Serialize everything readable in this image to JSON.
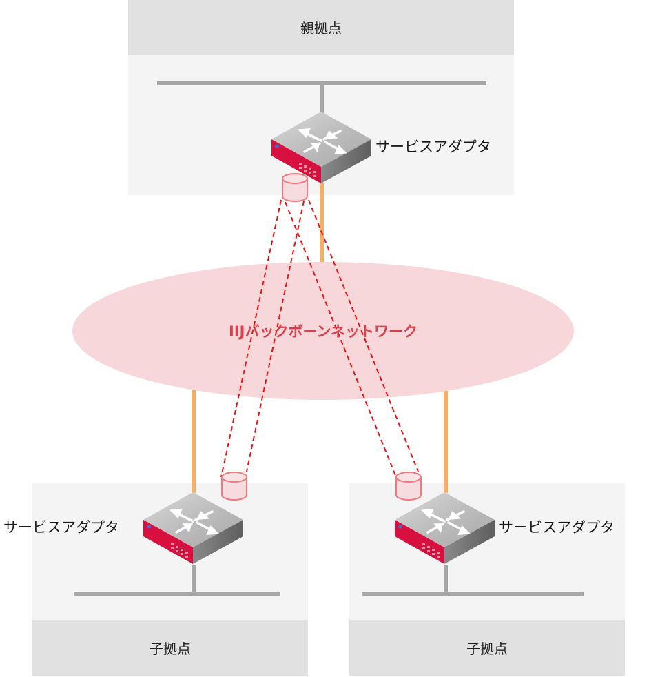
{
  "colors": {
    "site_header": "#e1e1e1",
    "site_body": "#f4f4f4",
    "lan_line": "#a6a6a6",
    "uplink": "#f0b06a",
    "cloud_fill": "#f7d7d9",
    "cloud_text": "#d8333f",
    "tunnel": "#ee1111",
    "router_red": "#d8103f"
  },
  "parent_site": {
    "title": "親拠点",
    "adapter_label": "サービスアダプタ"
  },
  "backbone": {
    "label": "IIJバックボーンネットワーク"
  },
  "child_sites": [
    {
      "title": "子拠点",
      "adapter_label": "サービスアダプタ"
    },
    {
      "title": "子拠点",
      "adapter_label": "サービスアダプタ"
    }
  ],
  "icons": {
    "router": "router-icon",
    "tunnel_endpoint": "cylinder-icon"
  }
}
